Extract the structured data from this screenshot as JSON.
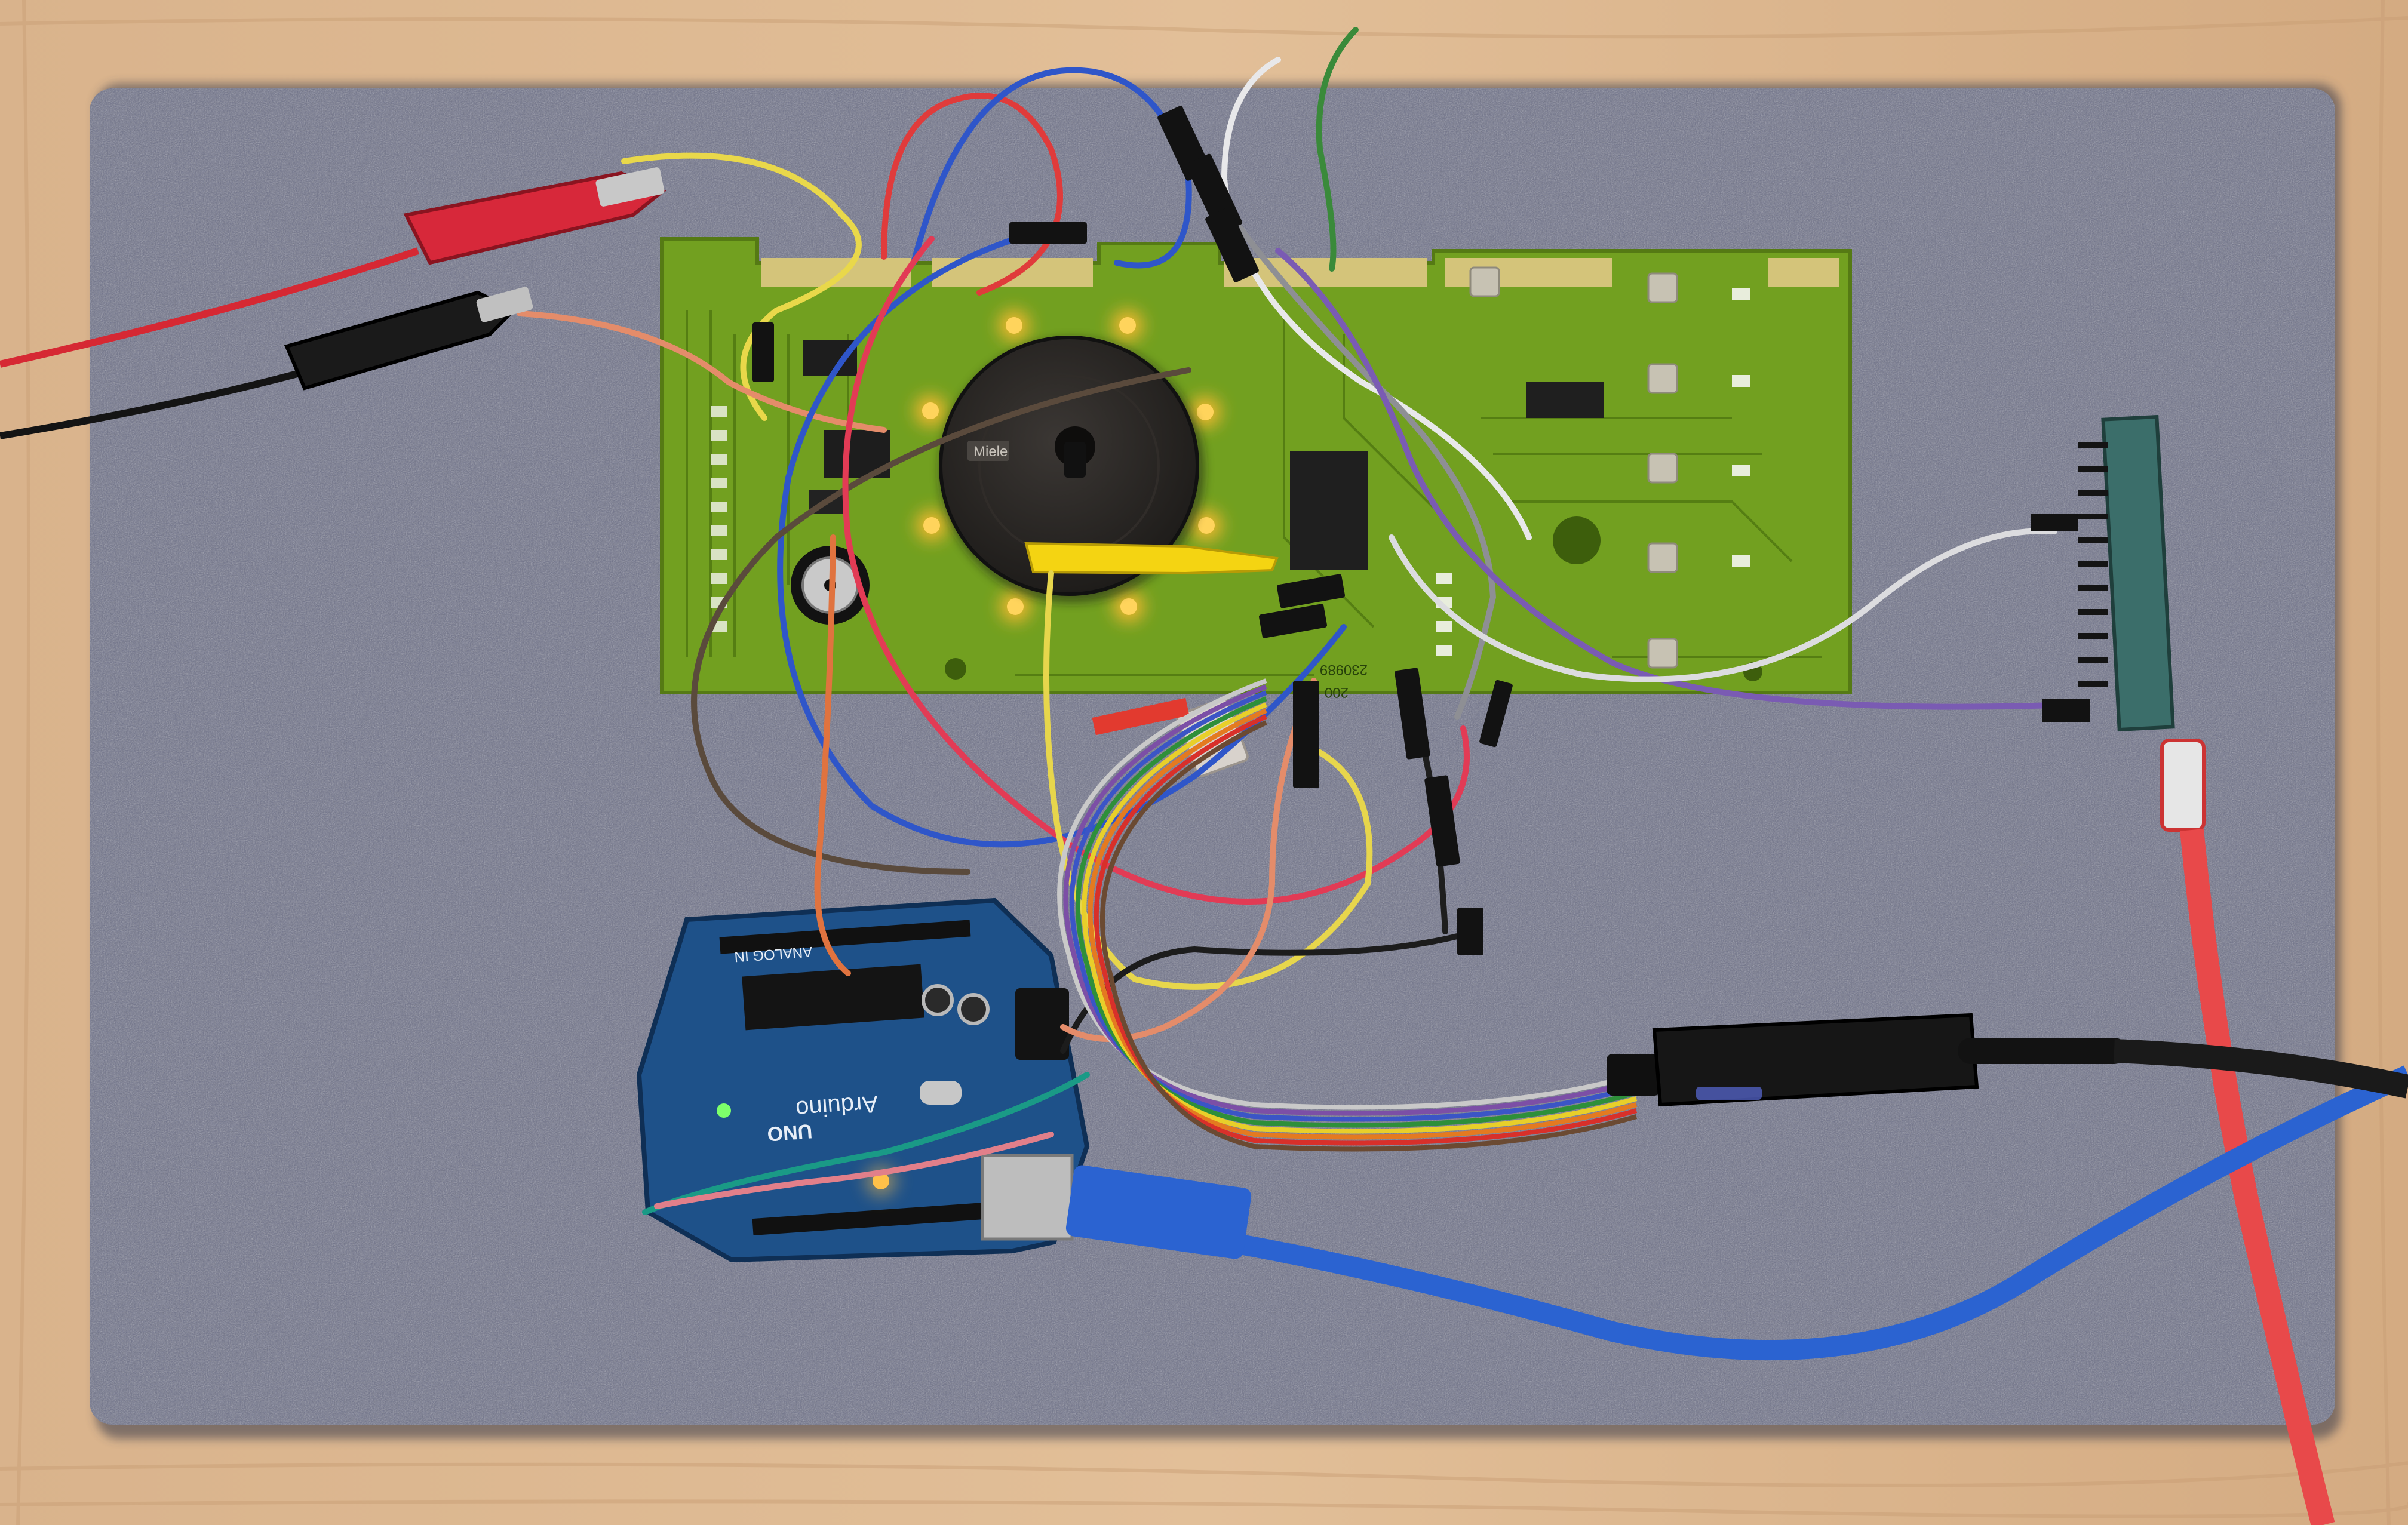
{
  "photo": {
    "colors": {
      "wood": "#d8b28b",
      "wood_grain": "#c49a72",
      "carpet": "#6c6f86",
      "carpet_light": "#9a9cb0",
      "carpet_dark": "#43455a",
      "pcb_green": "#6f9a1e",
      "pcb_dark": "#4b7212",
      "arduino_blue": "#1d4f86",
      "led_amber": "#ffb21e",
      "usb_cable_blue": "#2f6fd6",
      "ribbon_red": "#e64040",
      "clip_red": "#d7283a",
      "clip_black": "#1a1a1a",
      "knob": "#2a2724",
      "yellow_part": "#f3d21a",
      "adapter_black": "#161616"
    },
    "labels": {
      "knob_brand": "Miele",
      "arduino_model": "UNO",
      "arduino_brand": "Arduino",
      "arduino_header": "ANALOG IN",
      "board_code": "200",
      "board_number": "230989"
    }
  }
}
